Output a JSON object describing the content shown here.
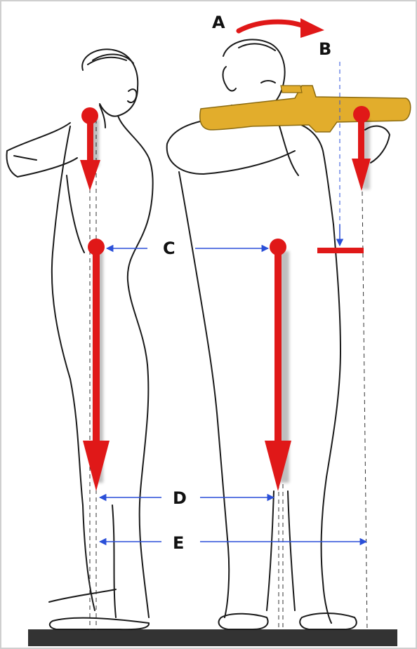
{
  "labels": {
    "a": "A",
    "b": "B",
    "c": "C",
    "d": "D",
    "e": "E"
  },
  "colors": {
    "arrow_red": "#e01818",
    "measure_blue": "#2a4fd8",
    "rifle": "#e2ad2c",
    "ground": "#333333",
    "outline": "#1a1a1a"
  },
  "icons": {
    "rotation": "curved-red-arrow",
    "force": "red-down-arrow",
    "measure": "blue-double-arrow"
  }
}
